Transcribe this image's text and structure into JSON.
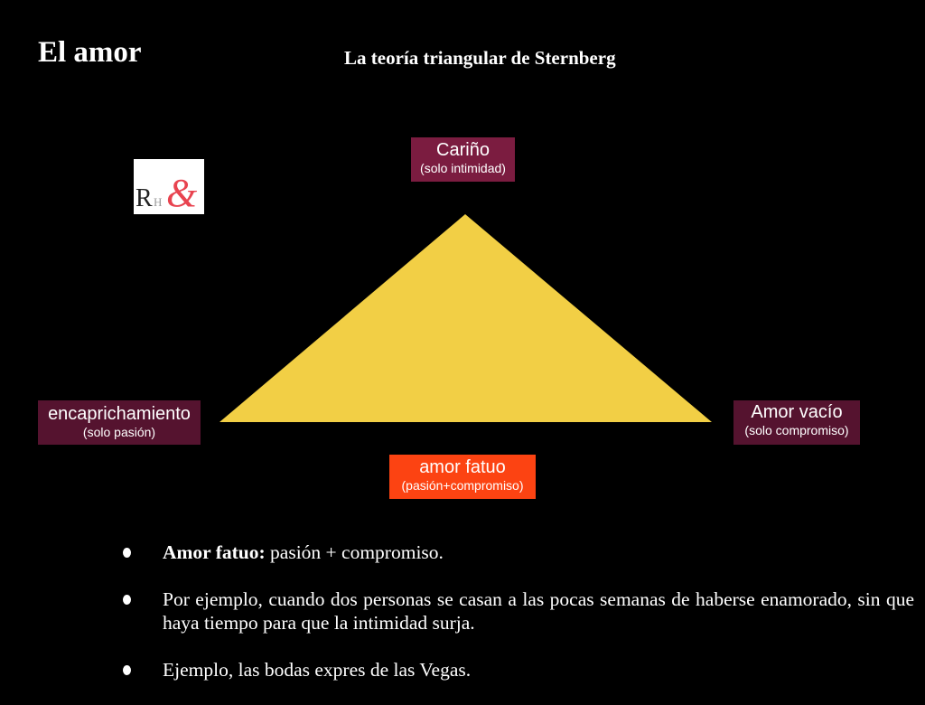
{
  "title": "El amor",
  "subtitle": "La teoría triangular de Sternberg",
  "logo": {
    "text": "R H &"
  },
  "triangle": {
    "color": "#f2cf45",
    "top": {
      "label": "Cariño",
      "sub": "(solo intimidad)"
    },
    "left": {
      "label": "encaprichamiento",
      "sub": "(solo pasión)"
    },
    "right": {
      "label": "Amor vacío",
      "sub": "(solo compromiso)"
    },
    "bottom": {
      "label": "amor fatuo",
      "sub": "(pasión+compromiso)"
    }
  },
  "bullets": [
    {
      "bold": "Amor fatuo:",
      "text": " pasión + compromiso."
    },
    {
      "bold": "",
      "text": "Por ejemplo, cuando dos personas se casan a las pocas semanas de haberse enamorado, sin que haya tiempo para que la intimidad surja."
    },
    {
      "bold": "",
      "text": "Ejemplo, las bodas expres de las Vegas."
    }
  ]
}
